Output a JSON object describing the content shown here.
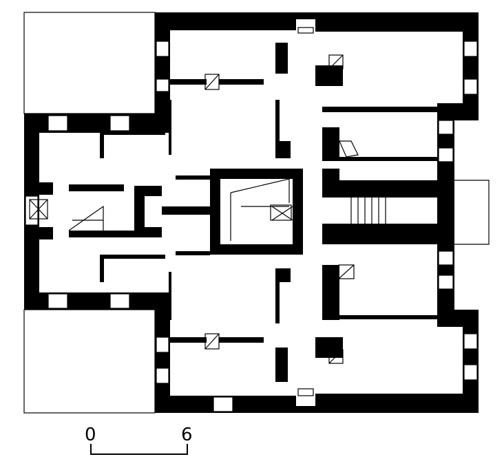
{
  "title": "Floor plan",
  "scale_bar": {
    "start_label": "0",
    "end_label": "6"
  },
  "colors": {
    "wall": "#000000",
    "background": "#ffffff"
  }
}
